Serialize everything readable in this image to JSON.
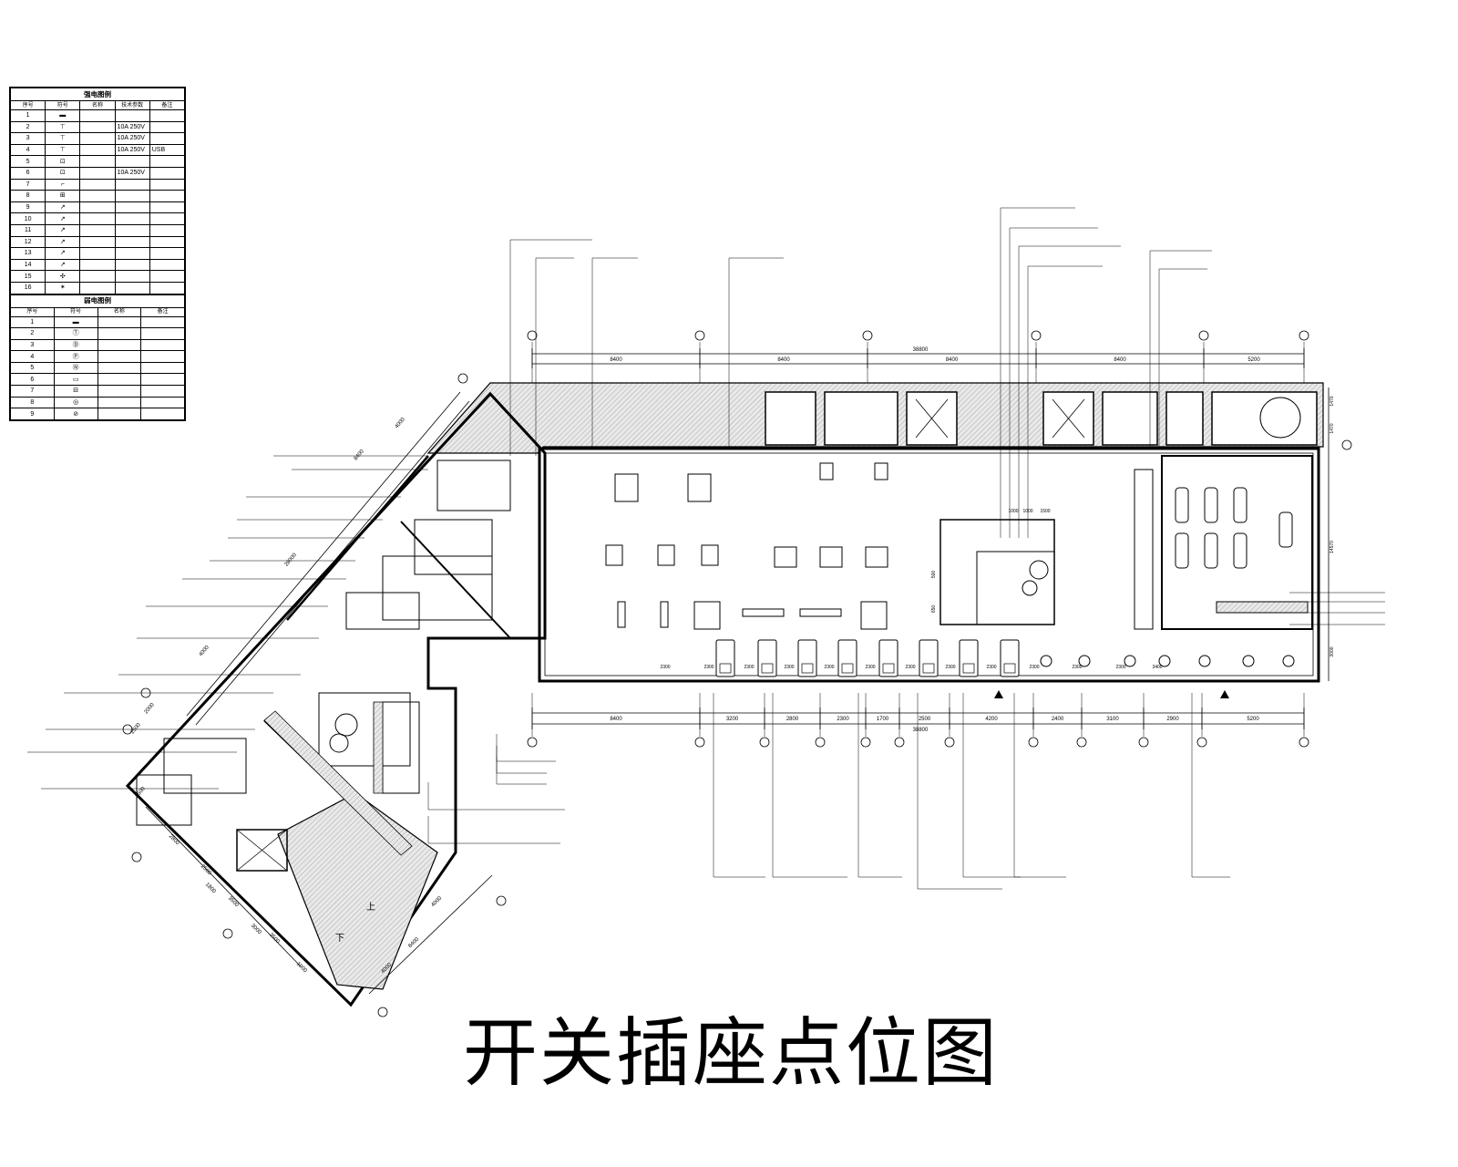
{
  "title": "开关插座点位图",
  "legend_strong": {
    "caption": "强电图例",
    "header": [
      "序号",
      "符号",
      "名称",
      "技术参数",
      "备注"
    ],
    "rows": [
      {
        "no": "1",
        "icon": "panel-box-icon",
        "params": "",
        "note": ""
      },
      {
        "no": "2",
        "icon": "socket-icon",
        "params": "10A 250V",
        "note": ""
      },
      {
        "no": "3",
        "icon": "socket-icon",
        "params": "10A 250V",
        "note": ""
      },
      {
        "no": "4",
        "icon": "socket-icon",
        "params": "10A 250V",
        "note": "USB"
      },
      {
        "no": "5",
        "icon": "box-icon",
        "params": "",
        "note": ""
      },
      {
        "no": "6",
        "icon": "box-icon",
        "params": "10A 250V",
        "note": ""
      },
      {
        "no": "7",
        "icon": "wall-socket-icon",
        "params": "",
        "note": ""
      },
      {
        "no": "8",
        "icon": "floor-socket-icon",
        "params": "",
        "note": ""
      },
      {
        "no": "9",
        "icon": "switch-icon",
        "params": "",
        "note": ""
      },
      {
        "no": "10",
        "icon": "switch-icon",
        "params": "",
        "note": ""
      },
      {
        "no": "11",
        "icon": "switch-icon",
        "params": "",
        "note": ""
      },
      {
        "no": "12",
        "icon": "switch-icon",
        "params": "",
        "note": ""
      },
      {
        "no": "13",
        "icon": "switch-icon",
        "params": "",
        "note": ""
      },
      {
        "no": "14",
        "icon": "switch-icon",
        "params": "",
        "note": ""
      },
      {
        "no": "15",
        "icon": "fan-icon",
        "params": "",
        "note": ""
      },
      {
        "no": "16",
        "icon": "light-icon",
        "params": "",
        "note": ""
      }
    ]
  },
  "legend_weak": {
    "caption": "弱电图例",
    "header": [
      "序号",
      "符号",
      "名称",
      "备注"
    ],
    "rows": [
      {
        "no": "1",
        "icon": "panel-box-icon",
        "note": ""
      },
      {
        "no": "2",
        "icon": "tv-socket-icon",
        "note": ""
      },
      {
        "no": "3",
        "icon": "data-socket-icon",
        "note": ""
      },
      {
        "no": "4",
        "icon": "phone-socket-icon",
        "note": ""
      },
      {
        "no": "5",
        "icon": "network-socket-icon",
        "note": ""
      },
      {
        "no": "6",
        "icon": "card-reader-icon",
        "note": ""
      },
      {
        "no": "7",
        "icon": "access-panel-icon",
        "note": ""
      },
      {
        "no": "8",
        "icon": "speaker-icon",
        "note": ""
      },
      {
        "no": "9",
        "icon": "camera-icon",
        "note": ""
      }
    ]
  },
  "dimensions": {
    "top_segments": [
      "8400",
      "8400",
      "8400",
      "8400",
      "5200"
    ],
    "top_total": "38800",
    "bottom_segments": [
      "8400",
      "3200",
      "2800",
      "2300",
      "1700",
      "2500",
      "4200",
      "2400",
      "3100",
      "2900",
      "5200"
    ],
    "bottom_total": "38800",
    "bottom_row_labels": [
      "2300",
      "2300",
      "2300",
      "2300",
      "2300",
      "2300",
      "2300",
      "2300",
      "2300",
      "2300",
      "2300",
      "2300",
      "3400"
    ],
    "right_side": [
      "1470",
      "1470",
      "14570",
      "3000"
    ],
    "island_top": [
      "1000",
      "1000",
      "1500"
    ],
    "island_side": [
      "500",
      "650"
    ],
    "diag_top": [
      "8400",
      "28000",
      "4000"
    ],
    "diag_left": [
      "4000",
      "2000",
      "2500",
      "2500"
    ],
    "diag_bottom": [
      "2800",
      "2500",
      "3500",
      "1800",
      "3500",
      "3000",
      "1000",
      "4000",
      "8400",
      "4000"
    ],
    "stair_labels": [
      "上",
      "下"
    ]
  }
}
